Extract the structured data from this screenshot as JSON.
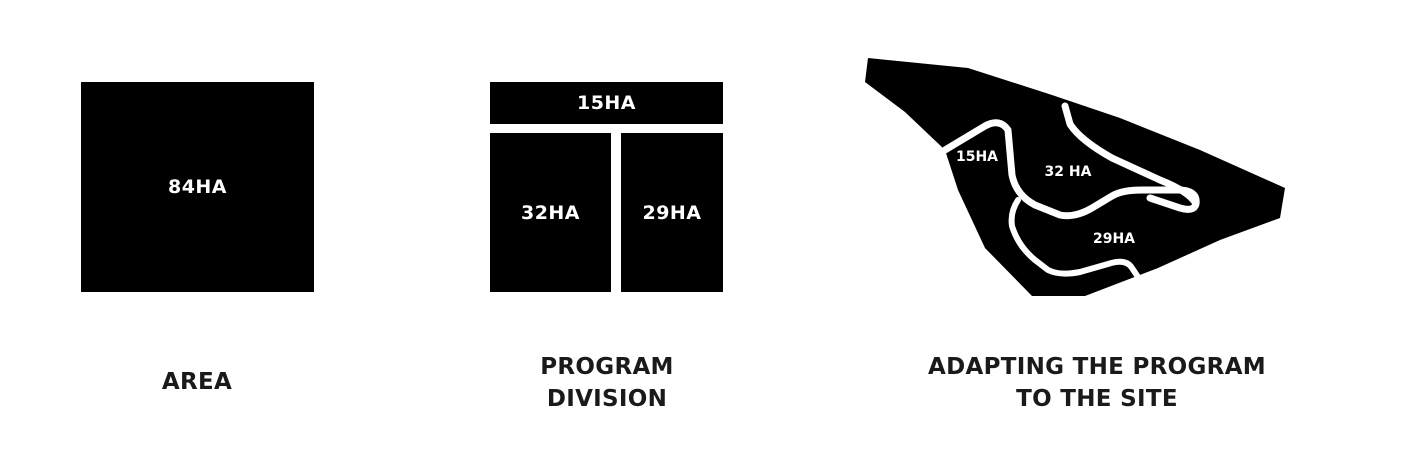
{
  "panels": {
    "area": {
      "block_label": "84HA",
      "caption": "AREA"
    },
    "program_division": {
      "block_top_label": "15HA",
      "block_left_label": "32HA",
      "block_right_label": "29HA",
      "caption_line1": "PROGRAM",
      "caption_line2": "DIVISION"
    },
    "site": {
      "region_15_label": "15HA",
      "region_32_label": "32 HA",
      "region_29_label": "29HA",
      "caption_line1": "ADAPTING THE PROGRAM",
      "caption_line2": "TO THE SITE"
    }
  },
  "colors": {
    "fill": "#000000",
    "label": "#ffffff",
    "caption": "#1a1a1a",
    "background": "#ffffff"
  }
}
